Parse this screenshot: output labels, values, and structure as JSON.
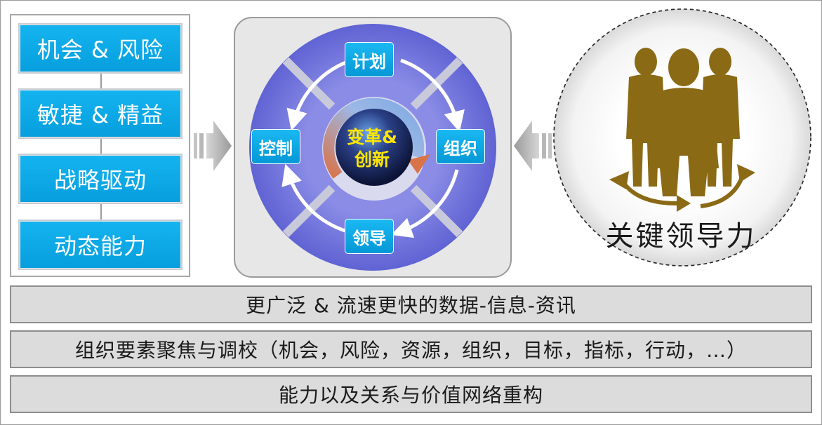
{
  "capabilities": [
    {
      "label": "机会 & 风险"
    },
    {
      "label": "敏捷 & 精益"
    },
    {
      "label": "战略驱动"
    },
    {
      "label": "动态能力"
    }
  ],
  "cycle": {
    "top": "计划",
    "right": "组织",
    "bottom": "领导",
    "left": "控制",
    "core_line1": "变革&",
    "core_line2": "创新"
  },
  "leadership": {
    "label": "关键领导力",
    "icon": "business-team-icon"
  },
  "bars": [
    {
      "text": "更广泛 & 流速更快的数据-信息-资讯"
    },
    {
      "text": "组织要素聚焦与调校（机会，风险，资源，组织，目标，指标，行动，…）"
    },
    {
      "text": "能力以及关系与价值网络重构"
    }
  ],
  "colors": {
    "box_blue": "#0aa6e6",
    "ring_purple": "#6b6ed8",
    "people_gold": "#8b6a16",
    "core_yellow": "#ffe600"
  }
}
